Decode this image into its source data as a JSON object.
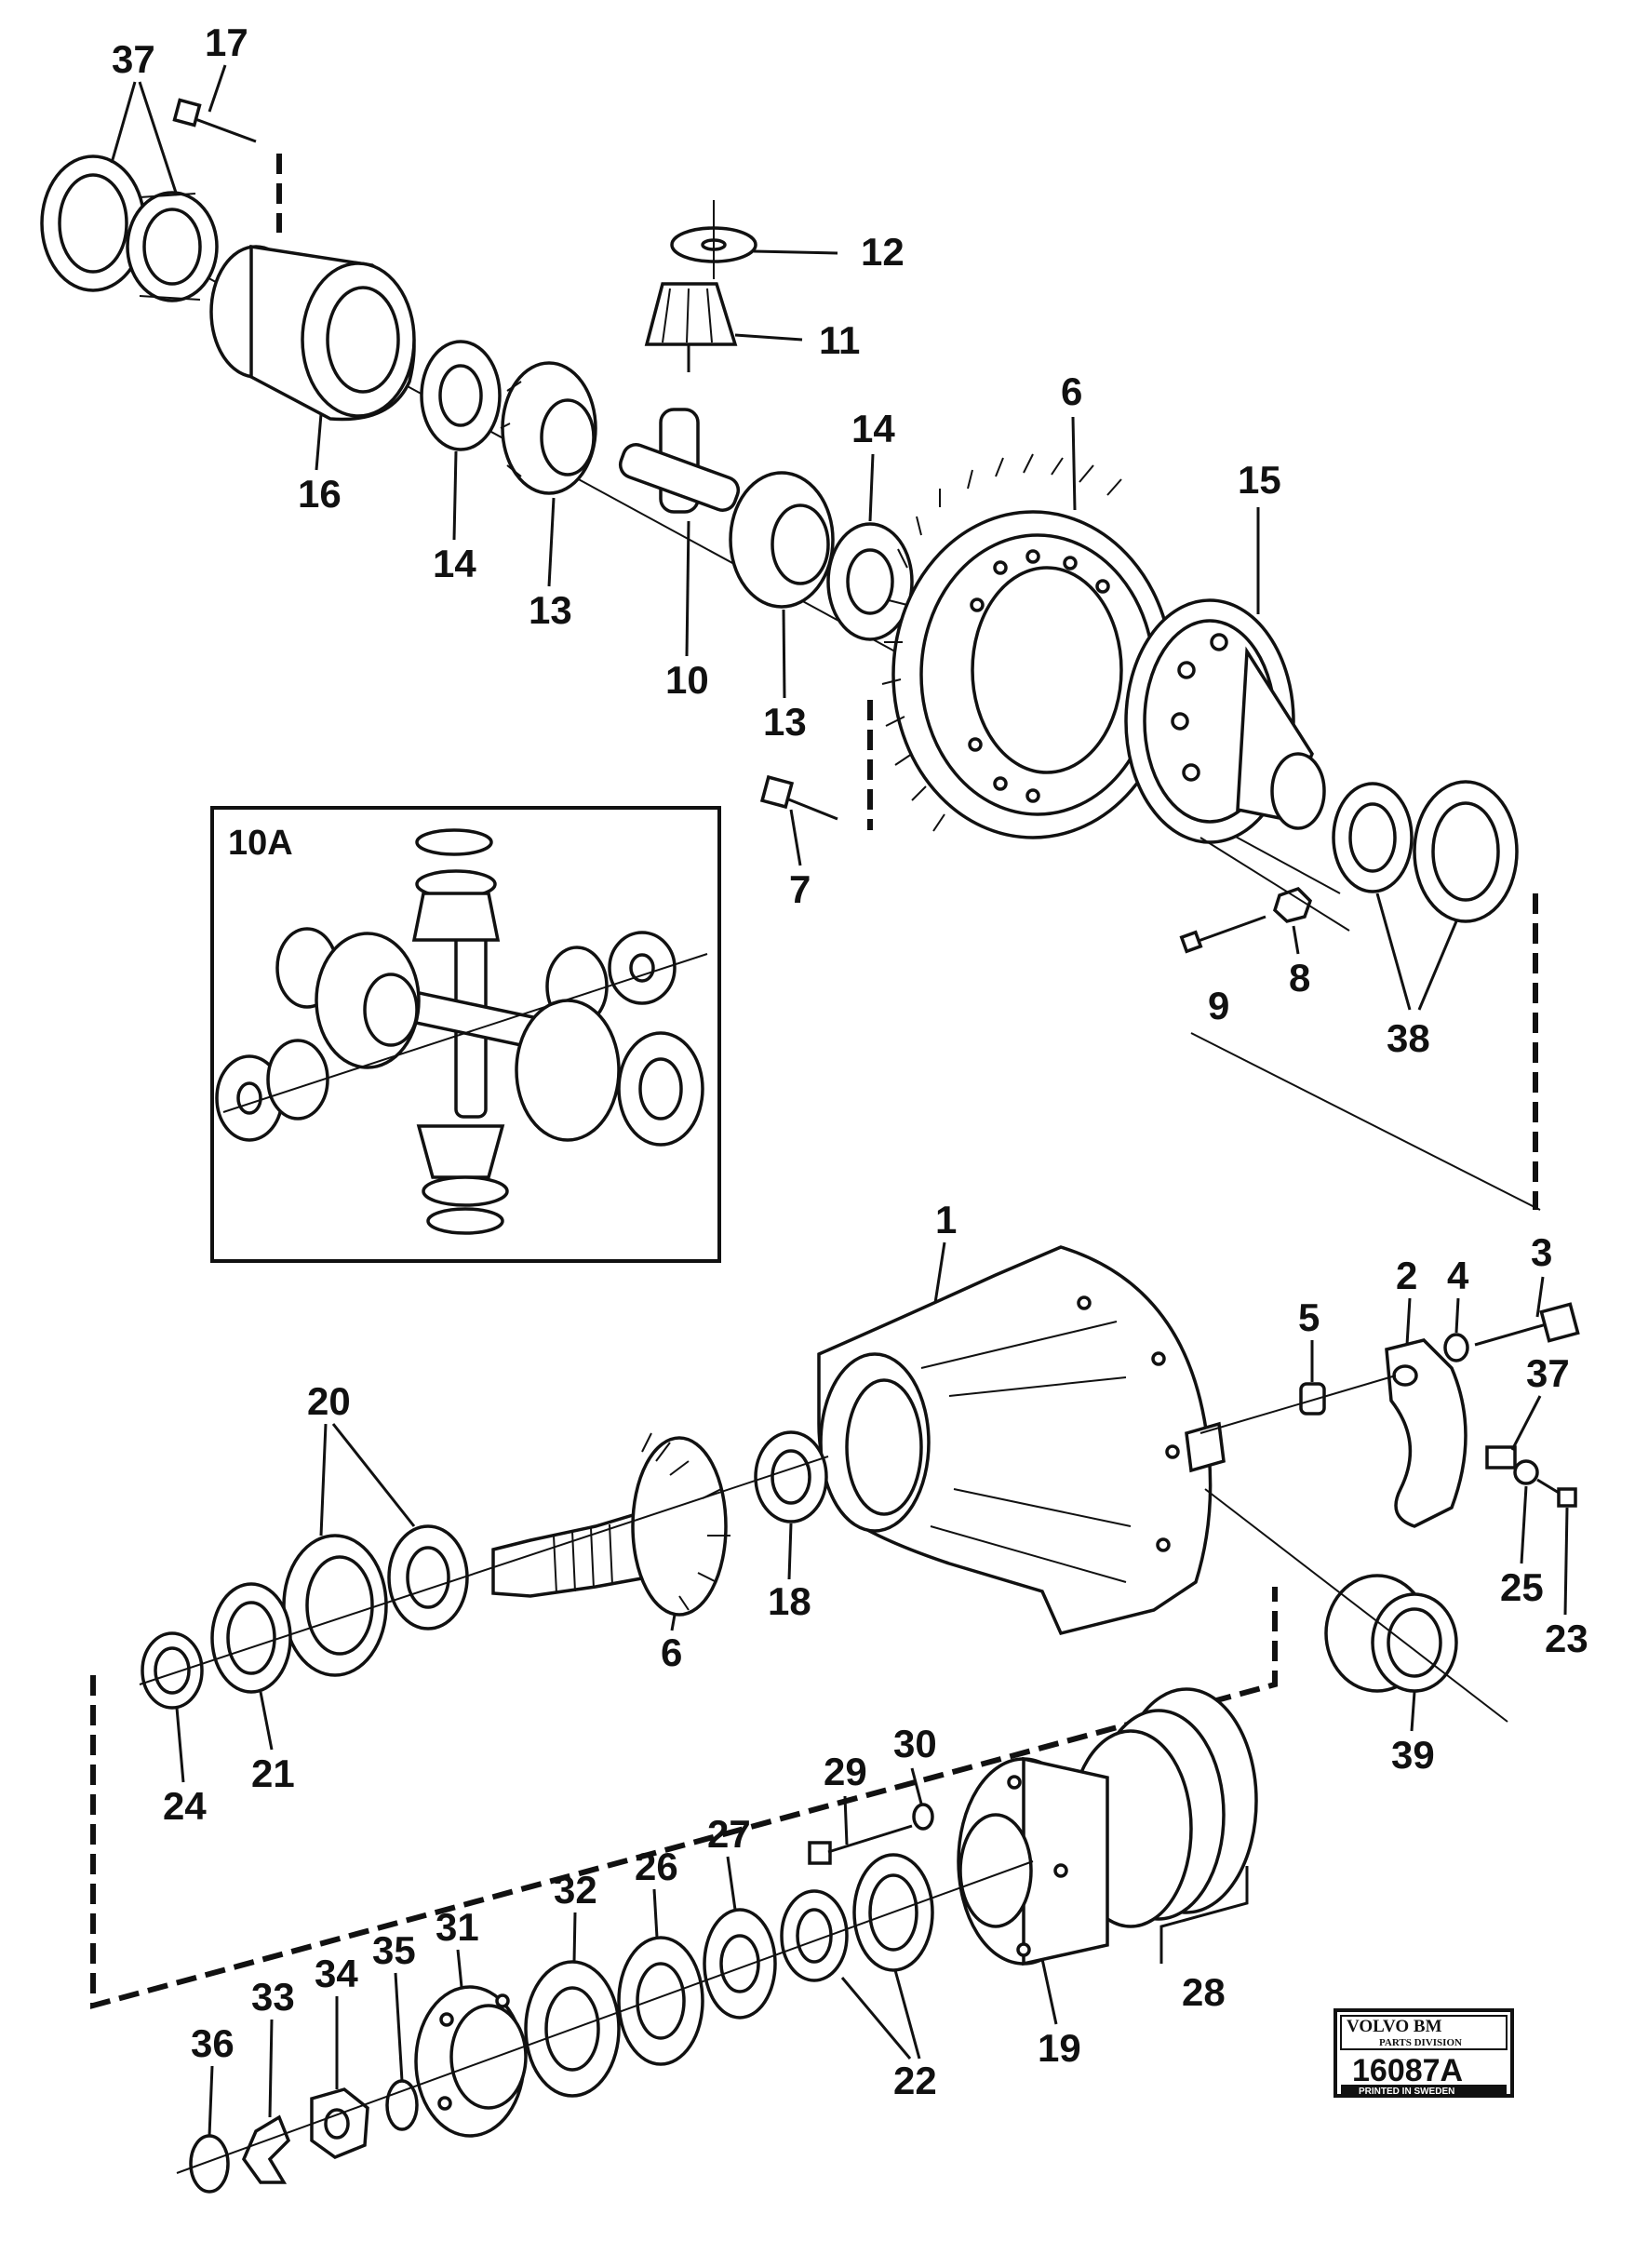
{
  "labels": {
    "l1": "1",
    "l2": "2",
    "l3": "3",
    "l4": "4",
    "l5": "5",
    "l6a": "6",
    "l6b": "6",
    "l7": "7",
    "l8": "8",
    "l9": "9",
    "l10": "10",
    "l11": "11",
    "l12": "12",
    "l13a": "13",
    "l13b": "13",
    "l14a": "14",
    "l14b": "14",
    "l15": "15",
    "l16": "16",
    "l17": "17",
    "l18": "18",
    "l19": "19",
    "l20": "20",
    "l21": "21",
    "l22": "22",
    "l23": "23",
    "l24": "24",
    "l25": "25",
    "l26": "26",
    "l27": "27",
    "l28": "28",
    "l29": "29",
    "l30": "30",
    "l31": "31",
    "l32": "32",
    "l33": "33",
    "l34": "34",
    "l35": "35",
    "l36": "36",
    "l37a": "37",
    "l37b": "37",
    "l38": "38",
    "l39": "39"
  },
  "inset": {
    "title": "10A"
  },
  "badge": {
    "brand": "VOLVO BM",
    "division": "PARTS DIVISION",
    "number": "16087A",
    "printed": "PRINTED IN SWEDEN"
  }
}
